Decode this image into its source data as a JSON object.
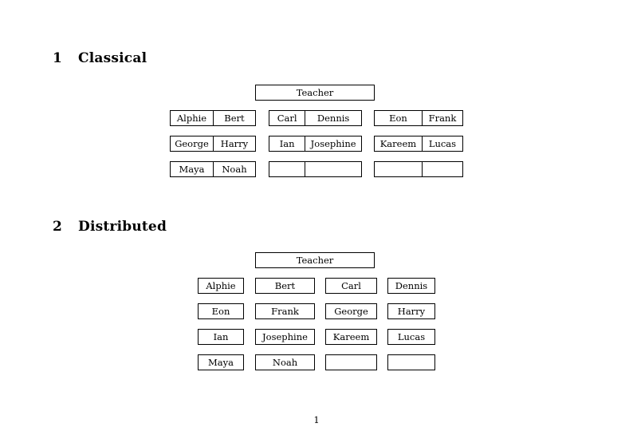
{
  "document": {
    "page_number": "1",
    "sections": [
      {
        "number": "1",
        "title": "Classical",
        "teacher_label": "Teacher",
        "groups": [
          {
            "name": "group-a",
            "rows": [
              [
                "Alphie",
                "Bert"
              ],
              [
                "George",
                "Harry"
              ],
              [
                "Maya",
                "Noah"
              ]
            ]
          },
          {
            "name": "group-b",
            "rows": [
              [
                "Carl",
                "Dennis"
              ],
              [
                "Ian",
                "Josephine"
              ],
              [
                "",
                ""
              ]
            ]
          },
          {
            "name": "group-c",
            "rows": [
              [
                "Eon",
                "Frank"
              ],
              [
                "Kareem",
                "Lucas"
              ],
              [
                "",
                ""
              ]
            ]
          }
        ]
      },
      {
        "number": "2",
        "title": "Distributed",
        "teacher_label": "Teacher",
        "grid": [
          [
            "Alphie",
            "Bert",
            "Carl",
            "Dennis"
          ],
          [
            "Eon",
            "Frank",
            "George",
            "Harry"
          ],
          [
            "Ian",
            "Josephine",
            "Kareem",
            "Lucas"
          ],
          [
            "Maya",
            "Noah",
            "",
            ""
          ]
        ]
      }
    ]
  },
  "colors": {
    "page_background": "#ffffff",
    "text": "#000000",
    "border": "#000000"
  }
}
